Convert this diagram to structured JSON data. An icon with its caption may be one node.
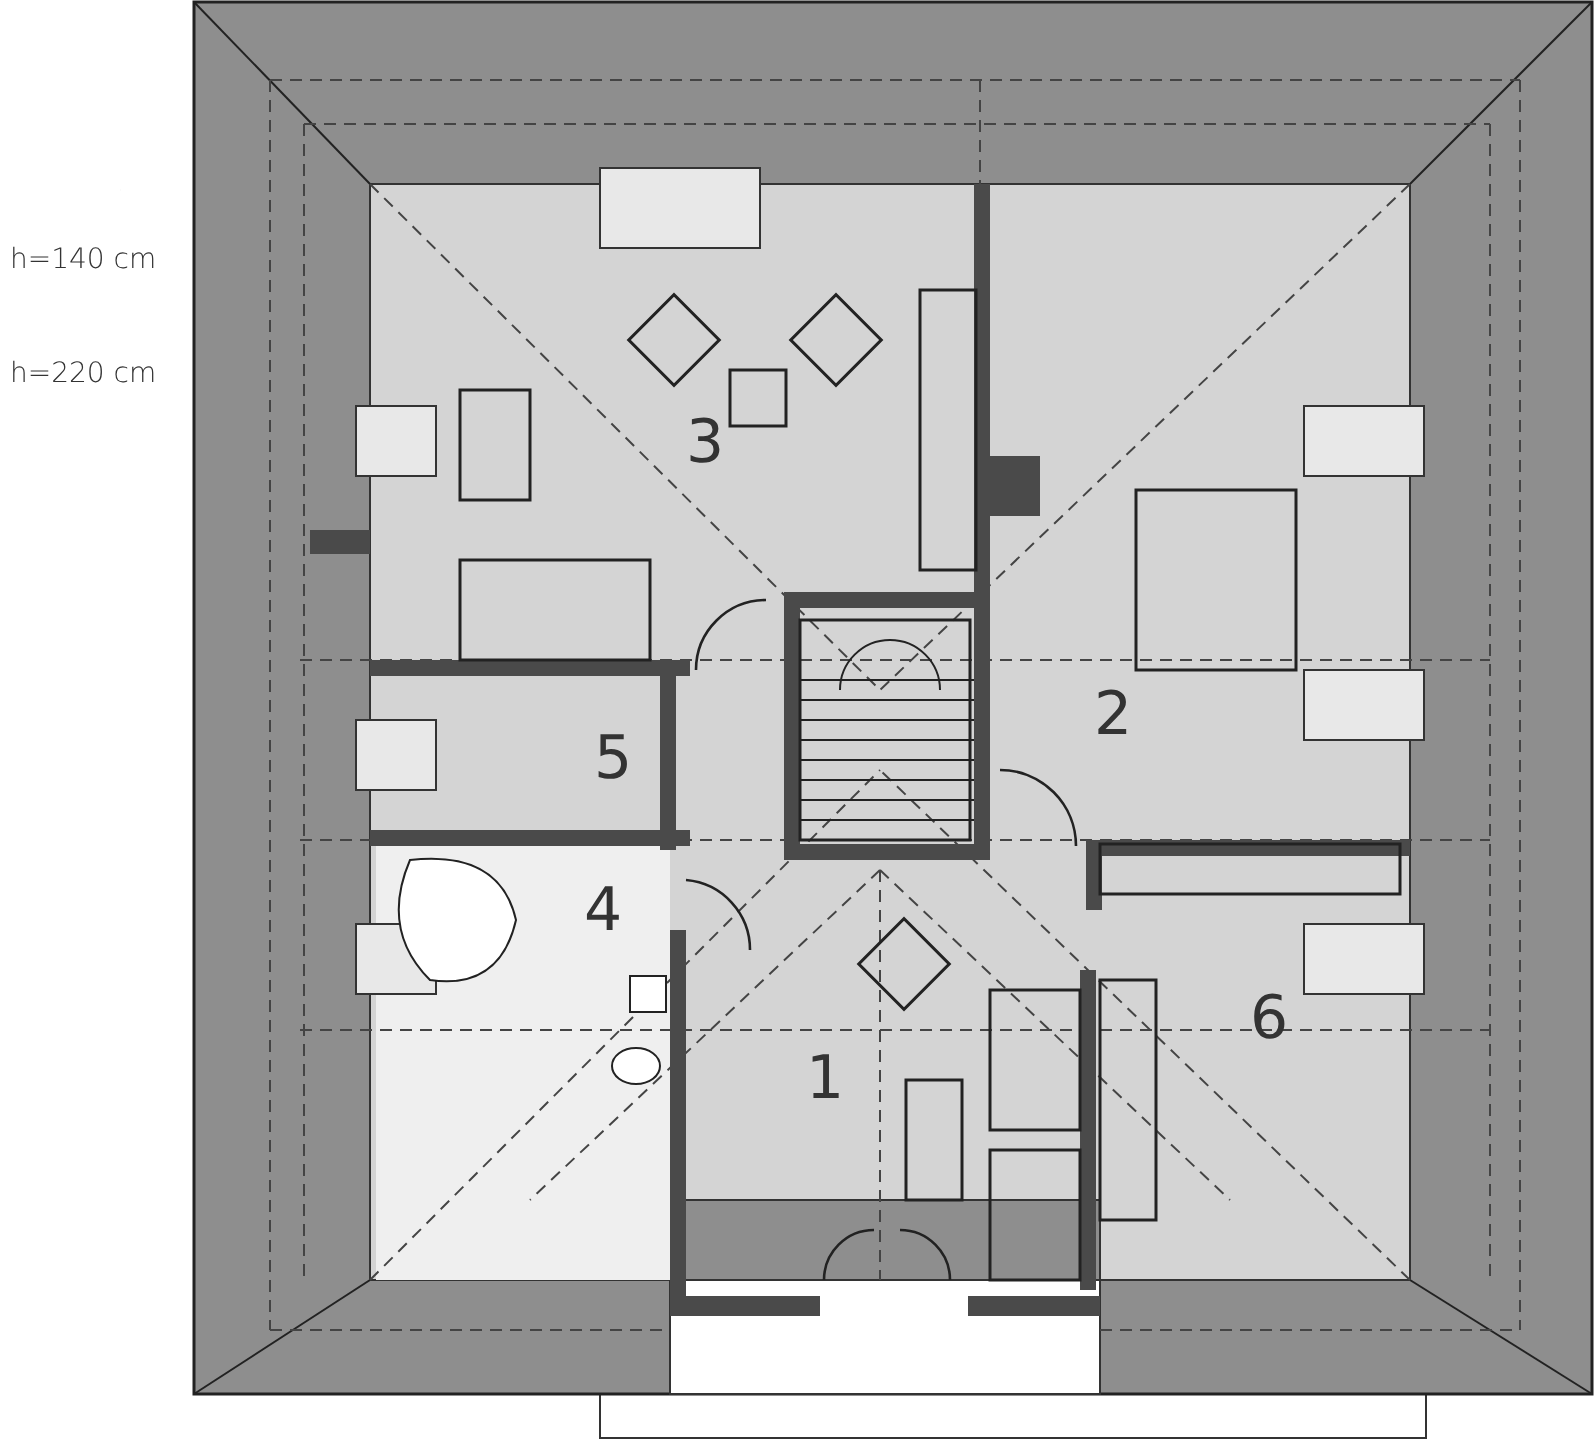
{
  "diagram": {
    "labels": [
      "h=140 cm",
      "h=220 cm",
      "3",
      "2",
      "5",
      "4",
      "1",
      "6"
    ]
  }
}
